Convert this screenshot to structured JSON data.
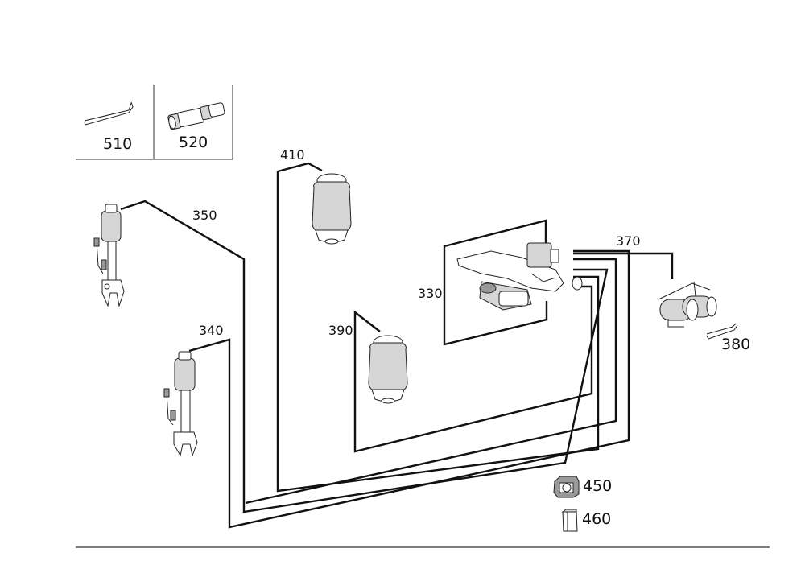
{
  "parts": {
    "p510": "510",
    "p520": "520",
    "p410": "410",
    "p350": "350",
    "p370": "370",
    "p330": "330",
    "p390": "390",
    "p340": "340",
    "p380": "380",
    "p450": "450",
    "p460": "460"
  }
}
